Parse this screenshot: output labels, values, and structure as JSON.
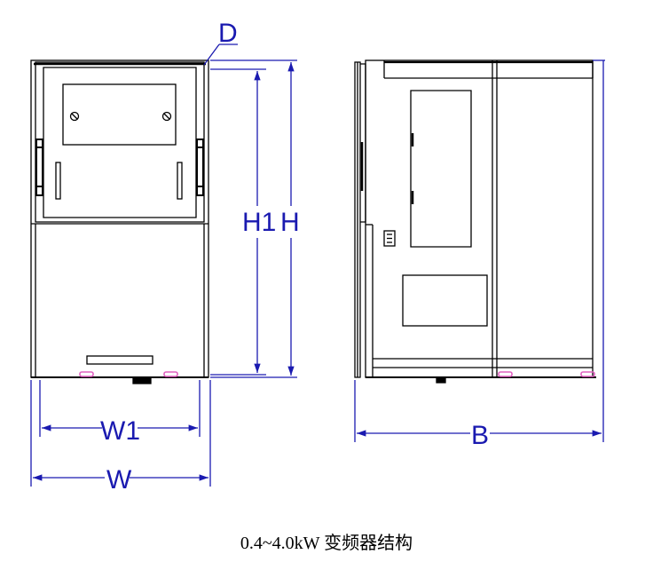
{
  "figure": {
    "labels": {
      "d": "D",
      "h1": "H1",
      "h": "H",
      "w1": "W1",
      "w": "W",
      "b": "B"
    },
    "caption": "0.4~4.0kW 变频器结构"
  },
  "colors": {
    "outline": "#000000",
    "dimension": "#1a1ab0",
    "marker": "#e060c0"
  }
}
